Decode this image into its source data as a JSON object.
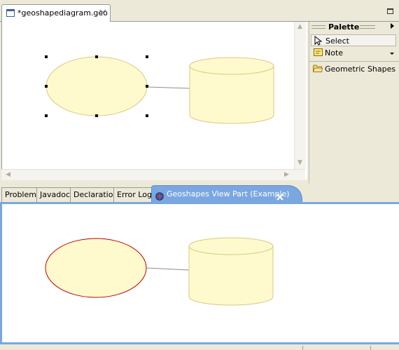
{
  "editor": {
    "tab_title": "*geoshapediagram.geo",
    "tab_icon": "diagram-file-icon",
    "close_icon": "close-x-icon",
    "maximize_icon": "maximize-icon"
  },
  "palette": {
    "title": "Palette",
    "items": [
      {
        "label": "Select",
        "icon": "arrow-cursor-icon"
      },
      {
        "label": "Note",
        "icon": "note-icon"
      },
      {
        "label": "Geometric Shapes",
        "icon": "folder-icon"
      }
    ]
  },
  "diagram": {
    "shapes": [
      {
        "type": "ellipse",
        "fill": "#fffacd",
        "border": "#d8c880",
        "selected": true
      },
      {
        "type": "cylinder",
        "fill": "#fffacd",
        "border": "#d8c880"
      }
    ],
    "connection": {
      "from": "ellipse",
      "to": "cylinder",
      "color": "#8c8c8c"
    }
  },
  "views": {
    "tabs": [
      "Problems",
      "Javadoc",
      "Declaration",
      "Error Log"
    ],
    "active_tab": {
      "label": "Geoshapes View Part (Example)",
      "icon": "geoshapes-view-icon"
    },
    "active_color": "#7aa7e0"
  },
  "view_diagram": {
    "shapes": [
      {
        "type": "ellipse",
        "fill": "#fffacd",
        "border": "#c00000"
      },
      {
        "type": "cylinder",
        "fill": "#fffacd",
        "border": "#d8c880"
      }
    ]
  }
}
